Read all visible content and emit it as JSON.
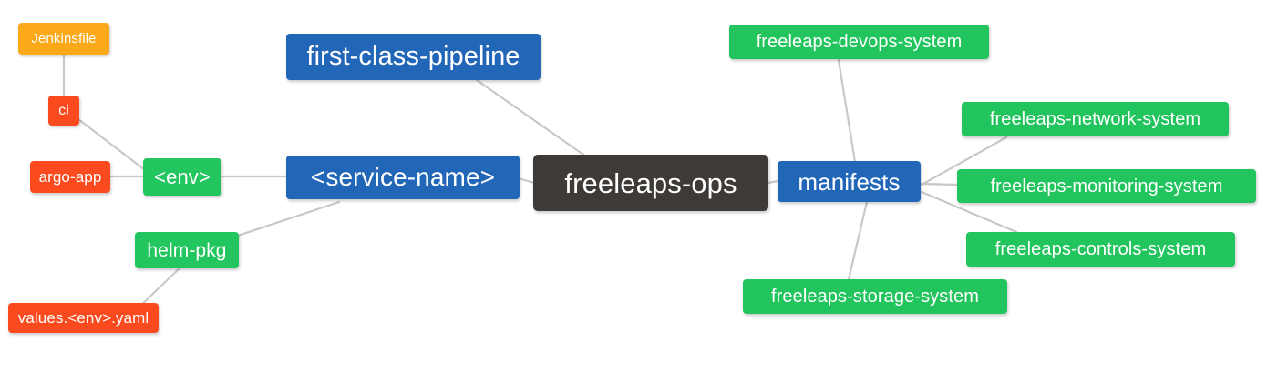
{
  "diagram": {
    "type": "mind-map",
    "title": "freeleaps-ops",
    "background": "#ffffff",
    "edge_color": "#c8c8c8",
    "palette": {
      "root": "#3e3a37",
      "blue": "#2266b8",
      "green": "#22c55e",
      "red": "#fb4a1e",
      "orange": "#fba919",
      "text": "#ffffff"
    }
  },
  "nodes": {
    "root": {
      "label": "freeleaps-ops"
    },
    "service_name": {
      "label": "<service-name>"
    },
    "first_class_pipeline": {
      "label": "first-class-pipeline"
    },
    "env": {
      "label": "<env>"
    },
    "ci": {
      "label": "ci"
    },
    "jenkinsfile": {
      "label": "Jenkinsfile"
    },
    "argo_app": {
      "label": "argo-app"
    },
    "helm_pkg": {
      "label": "helm-pkg"
    },
    "values_yaml": {
      "label": "values.<env>.yaml"
    },
    "manifests": {
      "label": "manifests"
    },
    "devops_system": {
      "label": "freeleaps-devops-system"
    },
    "network_system": {
      "label": "freeleaps-network-system"
    },
    "monitoring_system": {
      "label": "freeleaps-monitoring-system"
    },
    "controls_system": {
      "label": "freeleaps-controls-system"
    },
    "storage_system": {
      "label": "freeleaps-storage-system"
    }
  },
  "edges": [
    {
      "from": "root",
      "to": "service_name"
    },
    {
      "from": "root",
      "to": "first_class_pipeline"
    },
    {
      "from": "root",
      "to": "manifests"
    },
    {
      "from": "service_name",
      "to": "env"
    },
    {
      "from": "service_name",
      "to": "helm_pkg"
    },
    {
      "from": "env",
      "to": "ci"
    },
    {
      "from": "env",
      "to": "argo_app"
    },
    {
      "from": "ci",
      "to": "jenkinsfile"
    },
    {
      "from": "helm_pkg",
      "to": "values_yaml"
    },
    {
      "from": "manifests",
      "to": "devops_system"
    },
    {
      "from": "manifests",
      "to": "network_system"
    },
    {
      "from": "manifests",
      "to": "monitoring_system"
    },
    {
      "from": "manifests",
      "to": "controls_system"
    },
    {
      "from": "manifests",
      "to": "storage_system"
    }
  ]
}
